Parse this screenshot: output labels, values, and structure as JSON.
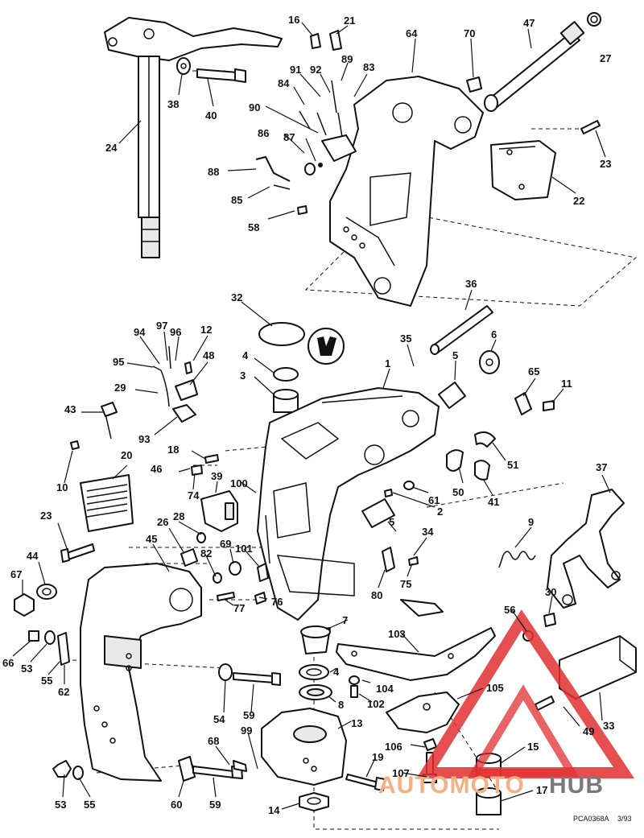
{
  "diagram": {
    "image_code": "PCA0368A",
    "revision": "3/93",
    "watermark": {
      "text_part1": "AUTOMOTO",
      "text_part2": "HUB",
      "color_main": "#f4b183",
      "color_accent": "#e03030"
    },
    "callouts": [
      "16",
      "21",
      "64",
      "70",
      "47",
      "27",
      "38",
      "40",
      "24",
      "91",
      "92",
      "89",
      "83",
      "84",
      "90",
      "86",
      "87",
      "88",
      "85",
      "58",
      "23",
      "22",
      "32",
      "36",
      "94",
      "97",
      "96",
      "12",
      "95",
      "48",
      "4",
      "3",
      "35",
      "5",
      "6",
      "65",
      "11",
      "29",
      "43",
      "93",
      "1",
      "18",
      "46",
      "74",
      "20",
      "10",
      "100",
      "39",
      "61",
      "2",
      "51",
      "50",
      "41",
      "37",
      "23",
      "28",
      "26",
      "69",
      "82",
      "101",
      "45",
      "44",
      "67",
      "77",
      "76",
      "34",
      "75",
      "80",
      "5",
      "9",
      "30",
      "66",
      "53",
      "55",
      "62",
      "7",
      "56",
      "103",
      "4",
      "104",
      "8",
      "102",
      "105",
      "54",
      "59",
      "68",
      "99",
      "13",
      "49",
      "33",
      "60",
      "59",
      "53",
      "55",
      "106",
      "107",
      "19",
      "15",
      "14",
      "17"
    ]
  }
}
